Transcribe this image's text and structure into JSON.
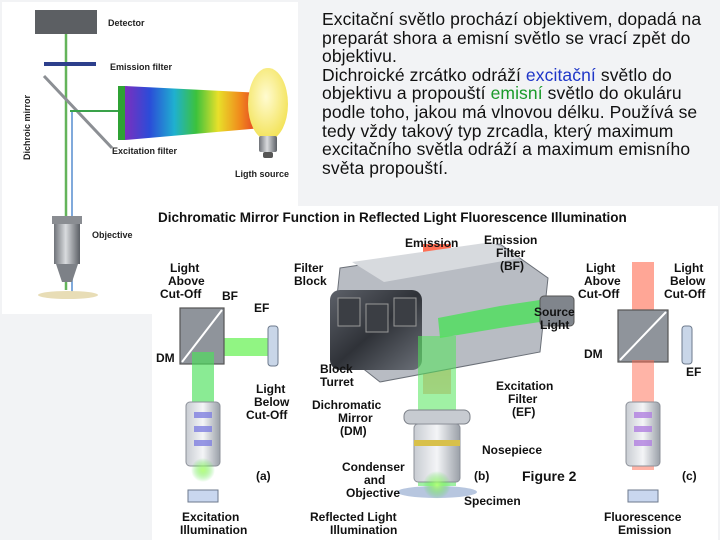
{
  "left_diagram": {
    "detector": "Detector",
    "emission_filter": "Emission filter",
    "dichroic_mirror": "Dichroic mirror",
    "excitation_filter": "Excitation filter",
    "light_source": "Ligth source",
    "objective": "Objective"
  },
  "text": {
    "paragraph1": "Excitační světlo prochází objektivem, dopadá na preparát shora a emisní světlo se vrací zpět do objektivu.",
    "p2_a": "Dichroické zrcátko odráží ",
    "p2_excitation": "excitační",
    "p2_b": " světlo do objektivu a propouští ",
    "p2_emission": "emisní",
    "p2_c": " světlo do okuláru podle toho, jakou má vlnovou délku. Používá se tedy vždy takový typ zrcadla, který maximum excitačního světla odráží a maximum emisního světa propouští."
  },
  "figure": {
    "title": "Dichromatic Mirror Function in Reflected Light Fluorescence Illumination",
    "a": {
      "light_above_1": "Light",
      "light_above_2": "Above",
      "light_above_3": "Cut-Off",
      "bf": "BF",
      "ef": "EF",
      "dm": "DM",
      "light_below_1": "Light",
      "light_below_2": "Below",
      "light_below_3": "Cut-Off",
      "panel": "(a)",
      "caption_1": "Excitation",
      "caption_2": "Illumination"
    },
    "b": {
      "emission": "Emission",
      "emission_filter_1": "Emission",
      "emission_filter_2": "Filter",
      "emission_filter_3": "(BF)",
      "filter_block_1": "Filter",
      "filter_block_2": "Block",
      "source_light_1": "Source",
      "source_light_2": "Light",
      "block_turret_1": "Block",
      "block_turret_2": "Turret",
      "dichromatic_mirror_1": "Dichromatic",
      "dichromatic_mirror_2": "Mirror",
      "dichromatic_mirror_3": "(DM)",
      "excitation_filter_1": "Excitation",
      "excitation_filter_2": "Filter",
      "excitation_filter_3": "(EF)",
      "nosepiece": "Nosepiece",
      "condenser_1": "Condenser",
      "condenser_2": "and",
      "condenser_3": "Objective",
      "panel": "(b)",
      "figure_label": "Figure 2",
      "specimen": "Specimen",
      "caption_1": "Reflected Light",
      "caption_2": "Illumination"
    },
    "c": {
      "light_above_1": "Light",
      "light_above_2": "Above",
      "light_above_3": "Cut-Off",
      "light_below_1": "Light",
      "light_below_2": "Below",
      "light_below_3": "Cut-Off",
      "dm": "DM",
      "ef": "EF",
      "panel": "(c)",
      "caption_1": "Fluorescence",
      "caption_2": "Emission"
    }
  }
}
